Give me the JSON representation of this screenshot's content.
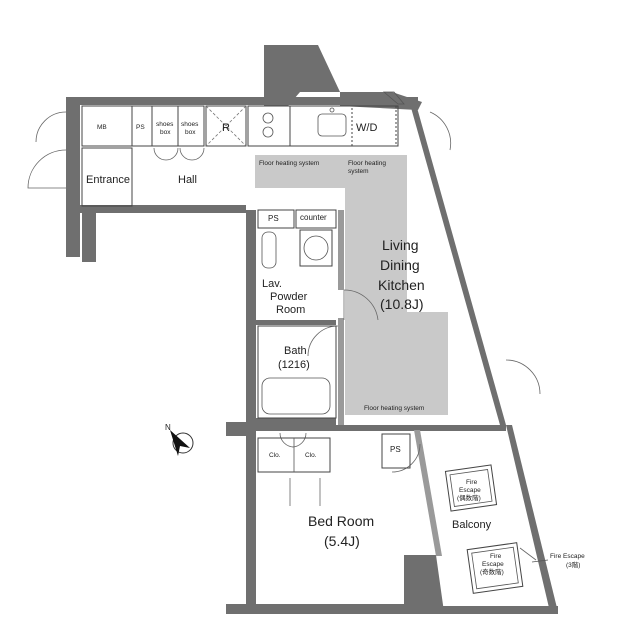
{
  "rooms": {
    "mb": "MB",
    "ps_entry": "PS",
    "shoes_box_1": [
      "shoes",
      "box"
    ],
    "shoes_box_2": [
      "shoes",
      "box"
    ],
    "refrigerator": "R",
    "washer_dryer": "W/D",
    "entrance": "Entrance",
    "hall": "Hall",
    "ps_lav": "PS",
    "counter": "counter",
    "ldk": [
      "Living",
      "Dining",
      "Kitchen",
      "(10.8J)"
    ],
    "lav": [
      "Lav.",
      "Powder",
      "Room"
    ],
    "bath": [
      "Bath",
      "(1216)"
    ],
    "closet_1": "Clo.",
    "closet_2": "Clo.",
    "ps_balcony": "PS",
    "bedroom": [
      "Bed Room",
      "(5.4J)"
    ],
    "balcony": "Balcony"
  },
  "heating": {
    "hall": "Floor heating system",
    "kitchen": [
      "Floor heating",
      "system"
    ],
    "living": "Floor heating system"
  },
  "fire_escapes": {
    "escape_1": [
      "Fire",
      "Escape",
      "(偶数階)"
    ],
    "escape_2": [
      "Fire",
      "Escape",
      "(奇数階)"
    ],
    "escape_note": [
      "Fire Escape",
      "(3階)"
    ]
  },
  "compass": {
    "symbol": "north-arrow",
    "label": "N"
  }
}
